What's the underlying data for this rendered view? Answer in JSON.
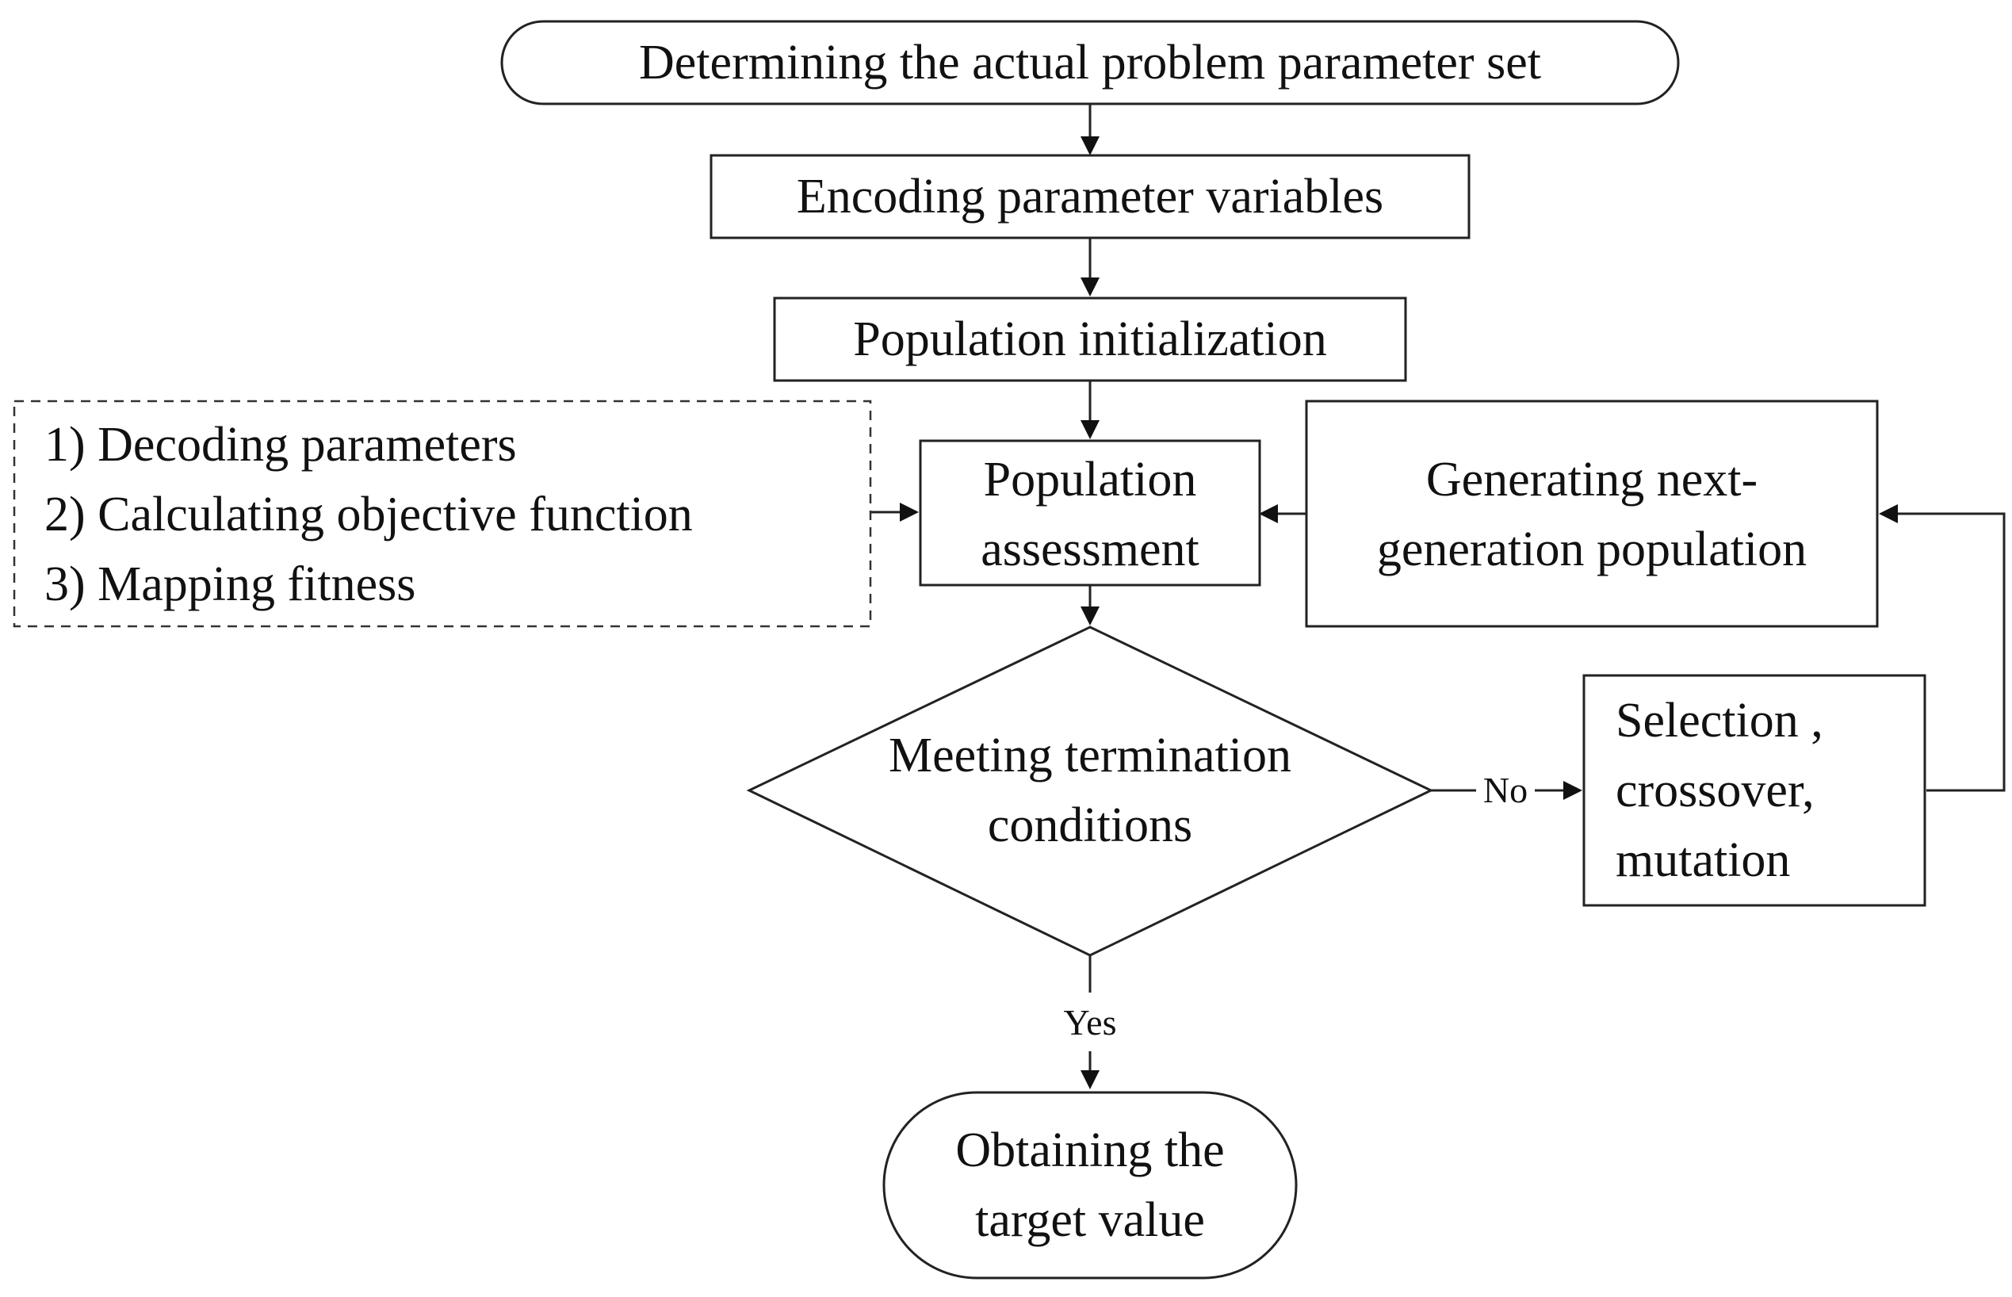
{
  "nodes": {
    "start": {
      "text": "Determining the actual problem parameter set"
    },
    "encode": {
      "text": "Encoding parameter variables"
    },
    "init": {
      "text": "Population initialization"
    },
    "assess": {
      "lines": [
        "Population",
        "assessment"
      ]
    },
    "notes": {
      "lines": [
        "1) Decoding parameters",
        "2) Calculating objective function",
        "3) Mapping fitness"
      ]
    },
    "next_gen": {
      "lines": [
        "Generating next-",
        "generation population"
      ]
    },
    "decision": {
      "lines": [
        "Meeting termination",
        "conditions"
      ]
    },
    "operators": {
      "lines": [
        "Selection ,",
        "crossover,",
        "mutation"
      ]
    },
    "end": {
      "lines": [
        "Obtaining the",
        "target value"
      ]
    }
  },
  "edges": {
    "no_label": "No",
    "yes_label": "Yes"
  },
  "colors": {
    "stroke": "#222222",
    "text": "#111111",
    "background": "#ffffff"
  }
}
